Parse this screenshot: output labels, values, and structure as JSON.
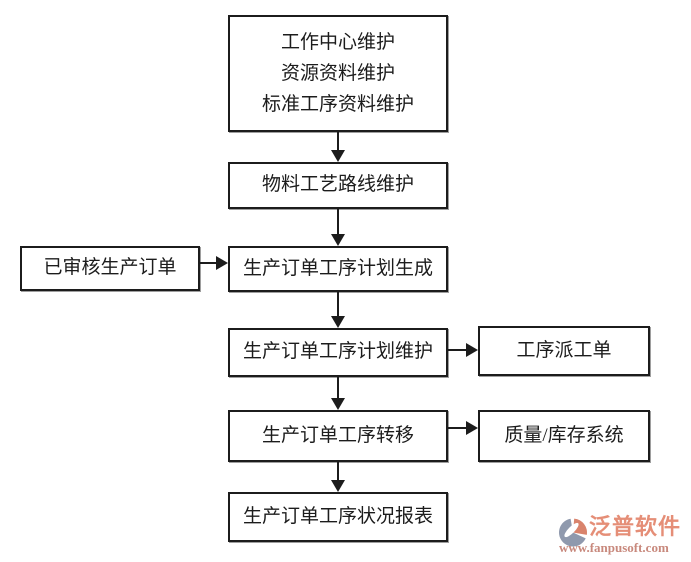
{
  "flowchart": {
    "master_data": {
      "lines": [
        "工作中心维护",
        "资源资料维护",
        "标准工序资料维护"
      ]
    },
    "routing": {
      "label": "物料工艺路线维护"
    },
    "approved_order": {
      "label": "已审核生产订单"
    },
    "plan_generate": {
      "label": "生产订单工序计划生成"
    },
    "plan_maintain": {
      "label": "生产订单工序计划维护"
    },
    "dispatch_order": {
      "label": "工序派工单"
    },
    "transfer": {
      "label": "生产订单工序转移"
    },
    "quality_inventory": {
      "label": "质量/库存系统"
    },
    "report": {
      "label": "生产订单工序状况报表"
    },
    "connections": [
      {
        "from": "master_data",
        "to": "routing"
      },
      {
        "from": "routing",
        "to": "plan_generate"
      },
      {
        "from": "approved_order",
        "to": "plan_generate"
      },
      {
        "from": "plan_generate",
        "to": "plan_maintain"
      },
      {
        "from": "plan_maintain",
        "to": "dispatch_order"
      },
      {
        "from": "plan_maintain",
        "to": "transfer"
      },
      {
        "from": "transfer",
        "to": "quality_inventory"
      },
      {
        "from": "transfer",
        "to": "report"
      }
    ]
  },
  "watermark": {
    "brand": "泛普软件",
    "url": "www.fanpusoft.com",
    "brand_color": "#e58e77",
    "url_color": "#c8897d",
    "icon_gray": "#8f99ad",
    "icon_coral": "#d9836c"
  },
  "colors": {
    "background": "#ffffff",
    "box_border": "#1c1c1c",
    "box_fill": "#ffffff",
    "text": "#1c1c1c",
    "arrow": "#1c1c1c",
    "shadow": "#9e9e9e"
  }
}
